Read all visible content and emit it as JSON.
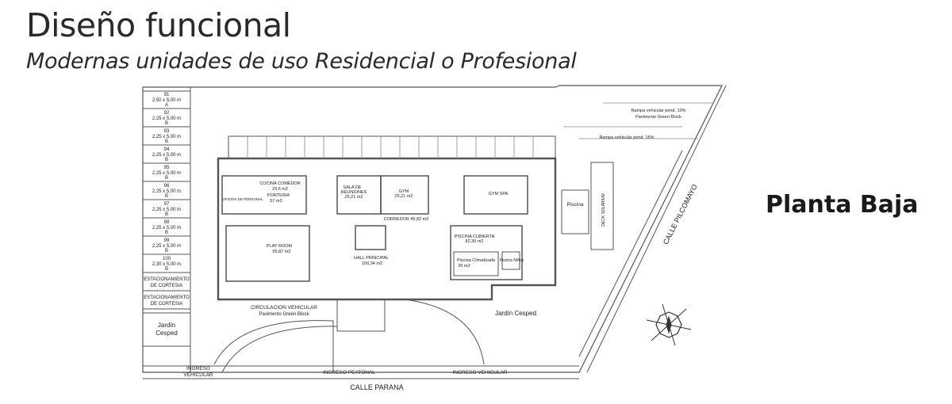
{
  "header": {
    "title": "Diseño funcional",
    "subtitle": "Modernas unidades de uso Residencial o Profesional"
  },
  "plan_label": "Planta Baja",
  "parking": [
    {
      "num": "91",
      "size": "2,50 x 5,00 m",
      "cat": "A"
    },
    {
      "num": "92",
      "size": "2,25 x 5,00 m",
      "cat": "B"
    },
    {
      "num": "93",
      "size": "2,25 x 5,00 m",
      "cat": "B"
    },
    {
      "num": "94",
      "size": "2,25 x 5,00 m",
      "cat": "B"
    },
    {
      "num": "95",
      "size": "2,25 x 5,00 m",
      "cat": "B"
    },
    {
      "num": "96",
      "size": "2,25 x 5,00 m",
      "cat": "B"
    },
    {
      "num": "97",
      "size": "2,25 x 5,00 m",
      "cat": "B"
    },
    {
      "num": "98",
      "size": "2,25 x 5,00 m",
      "cat": "B"
    },
    {
      "num": "99",
      "size": "2,25 x 5,00 m",
      "cat": "B"
    },
    {
      "num": "100",
      "size": "2,30 x 5,00 m",
      "cat": "B"
    }
  ],
  "courtesy": {
    "line1": "ESTACIONAMIENTO",
    "line2": "DE CORTESIA"
  },
  "garden_left": {
    "line1": "Jardín",
    "line2": "Cesped"
  },
  "rooms": {
    "cocina_name": "COCINA COMEDOR",
    "cocina_area": "23,6 m2",
    "porteria_name": "PORTERIA",
    "porteria_area": "57 m2",
    "oficina": "OFICINA DE PERSONAL",
    "sala_name1": "SALA DE",
    "sala_name2": "REUNIONES",
    "sala_area": "25,21 m2",
    "gym_name": "GYM",
    "gym_area": "25,21 m2",
    "gymspa_name": "GYM SPA",
    "corredor": "CORREDOR 45,82 m2",
    "playroom_name": "PLAY ROOM",
    "playroom_area": "65,87 m2",
    "hall_name": "HALL PRINCIPAL",
    "hall_area": "100,34 m2",
    "piscina_cubierta_name": "PISCINA CUBIERTA",
    "piscina_cubierta_area": "82,30 m2",
    "piscina_clim_name": "Piscina Climatizada",
    "piscina_clim_area": "26 m2",
    "piscina_nino": "Piscina Niños",
    "piscina_ext": "Piscina",
    "deck": "DECK SOLARIUM"
  },
  "exterior": {
    "rampa1": "Rampa vehicular pend. 10%",
    "pavimento1": "Pavimento Green Block",
    "rampa2": "Rampa vehicular pend. 15%",
    "circulacion": "CIRCULACION VEHICULAR",
    "pavimento2": "Pavimento Green Block",
    "jardin_cesped": "Jardín Cesped",
    "ingreso_veh_left1": "INGRESO",
    "ingreso_veh_left2": "VEHICULAR",
    "ingreso_peatonal": "INGRESO PEATONAL",
    "ingreso_veh_right": "INGRESO VEHICULAR",
    "calle_parana": "CALLE PARANA",
    "calle_pilcomayo": "CALLE PILCOMAYO"
  },
  "colors": {
    "line": "#555555",
    "hatch": "#888888",
    "text": "#222222"
  }
}
